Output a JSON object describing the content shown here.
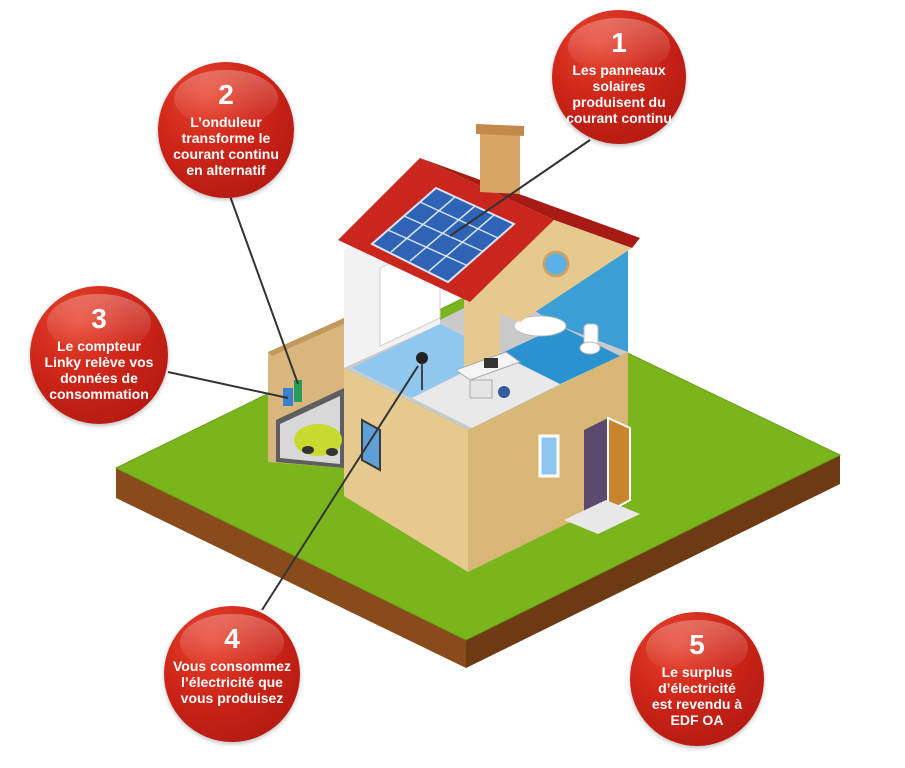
{
  "steps": [
    {
      "number": "1",
      "text": "Les panneaux solaires produisent du courant continu"
    },
    {
      "number": "2",
      "text": "L’onduleur transforme le courant continu en alternatif"
    },
    {
      "number": "3",
      "text": "Le compteur Linky relève vos données de consommation"
    },
    {
      "number": "4",
      "text": "Vous consommez l’électricité que vous produisez"
    },
    {
      "number": "5",
      "text": "Le surplus d’électricité est revendu à EDF OA"
    }
  ],
  "colors": {
    "bubble_red": "#cc2418",
    "grass": "#7ab51d",
    "soil": "#8a4b1c",
    "roof": "#c9261d",
    "wall": "#e6c98f",
    "solar_panel": "#2f63b5"
  }
}
